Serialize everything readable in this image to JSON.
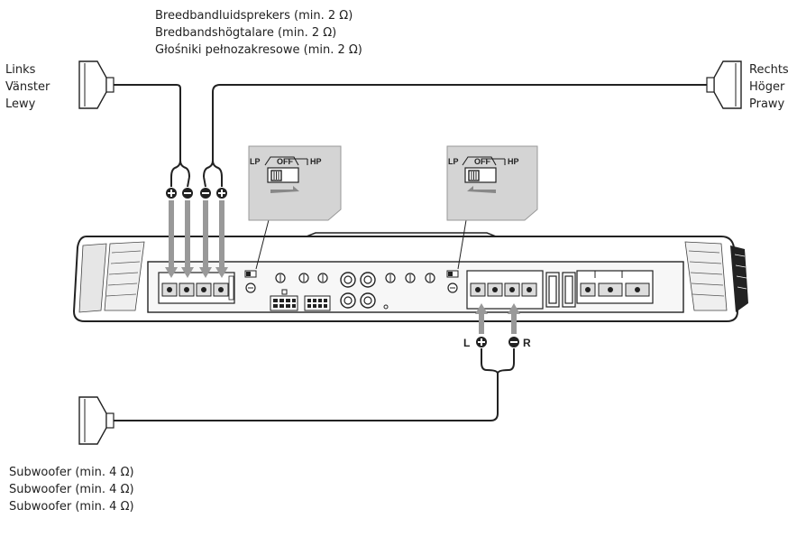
{
  "fullrange_label": [
    "Breedbandluidsprekers (min. 2 Ω)",
    "Bredbandshögtalare (min. 2 Ω)",
    "Głośniki pełnozakresowe (min. 2 Ω)"
  ],
  "left_label": [
    "Links",
    "Vänster",
    "Lewy"
  ],
  "right_label": [
    "Rechts",
    "Höger",
    "Prawy"
  ],
  "subwoofer_label": [
    "Subwoofer (min. 4 Ω)",
    "Subwoofer (min. 4 Ω)",
    "Subwoofer (min. 4 Ω)"
  ],
  "switch": {
    "lp": "LP",
    "off": "OFF",
    "hp": "HP"
  },
  "sub_terminals": {
    "left": "L",
    "right": "R"
  }
}
